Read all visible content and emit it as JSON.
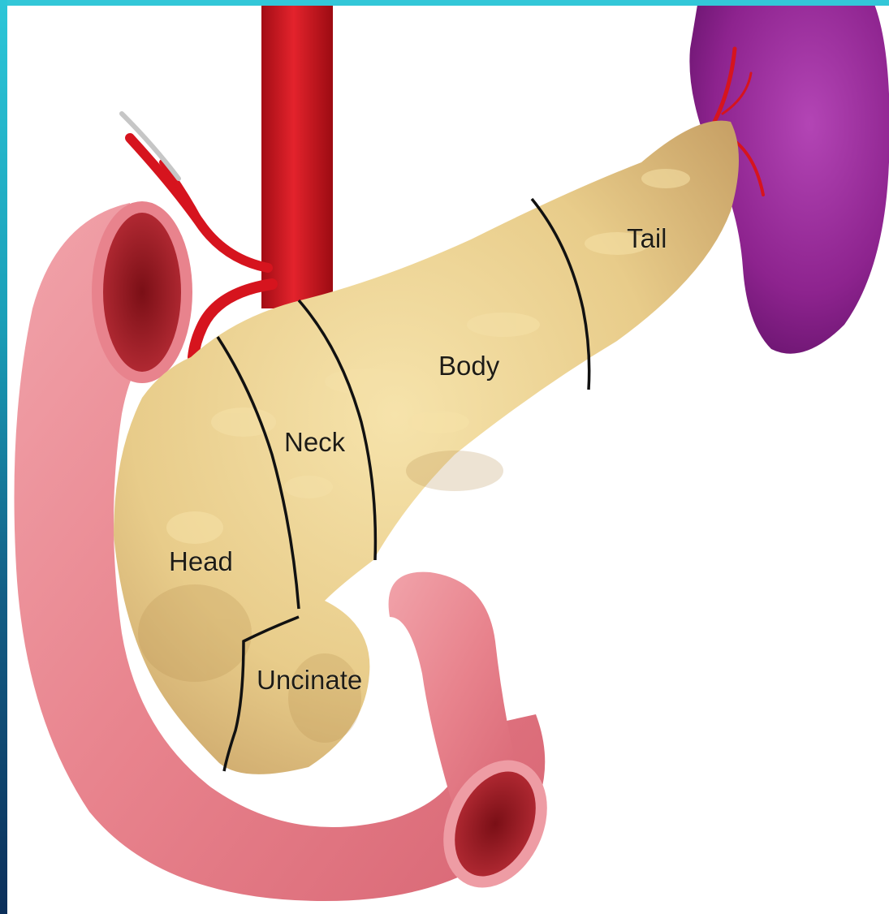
{
  "diagram": {
    "labels": {
      "head": "Head",
      "neck": "Neck",
      "body": "Body",
      "tail": "Tail",
      "uncinate": "Uncinate"
    },
    "colors": {
      "pancreas": "#e9cf8e",
      "pancreas_shade": "#c9a25f",
      "duodenum": "#e98b94",
      "duodenum_dark": "#b8444e",
      "artery": "#d6141e",
      "spleen": "#8a1f8a",
      "frame_top": "#33c7d8",
      "frame_left_bottom": "#0b2f5a"
    }
  }
}
